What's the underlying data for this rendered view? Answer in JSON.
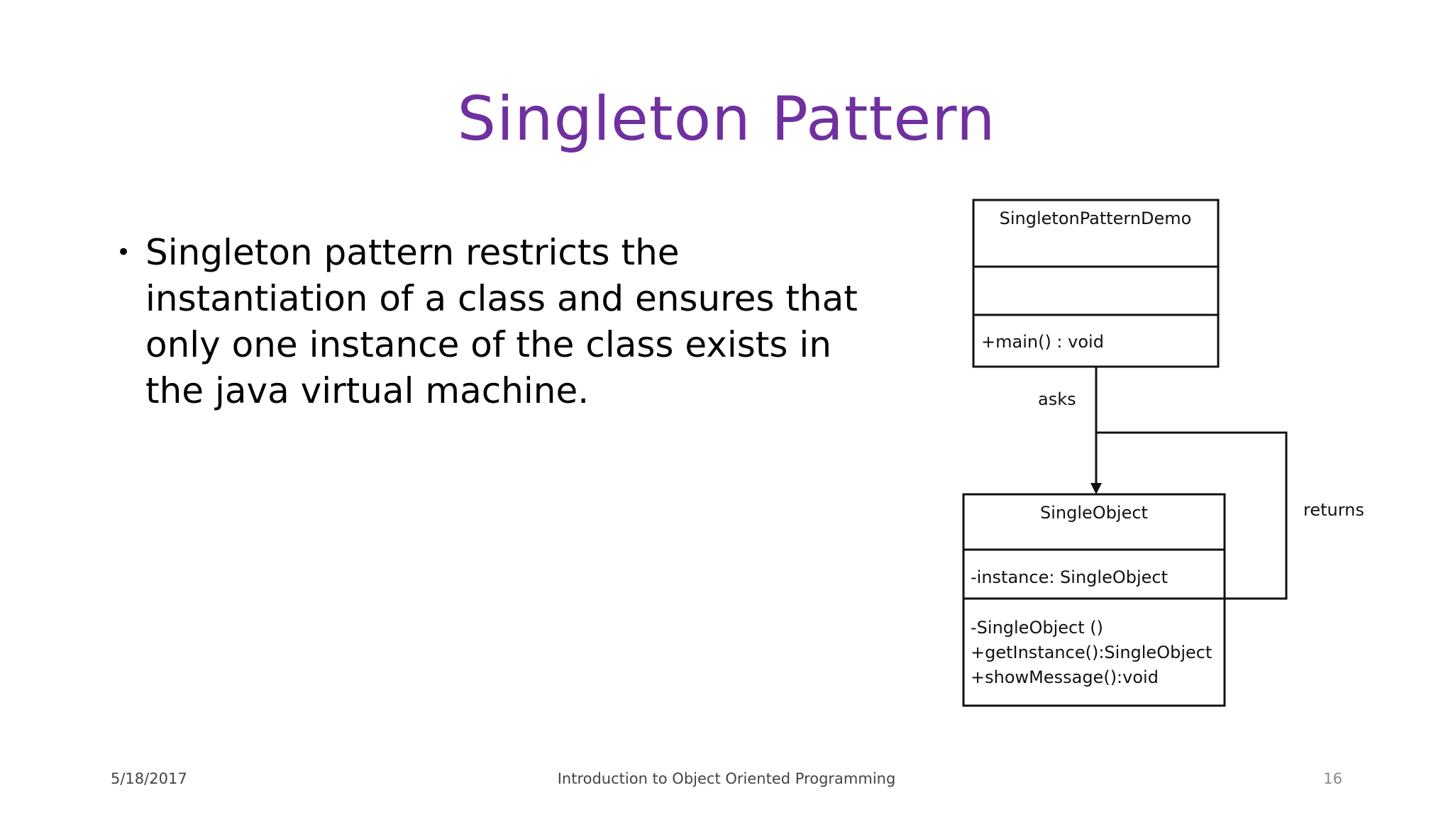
{
  "slide": {
    "title": "Singleton Pattern",
    "title_color": "#7030a0",
    "bullets": [
      "Singleton pattern restricts the instantiation of a class and ensures that only one instance of the class exists in the java virtual machine."
    ]
  },
  "diagram": {
    "demo_class": {
      "name": "SingletonPatternDemo",
      "attributes": "",
      "methods": [
        "+main() : void"
      ]
    },
    "single_class": {
      "name": "SingleObject",
      "attributes": [
        "-instance: SingleObject"
      ],
      "methods": [
        "-SingleObject ()",
        "+getInstance():SingleObject",
        "+showMessage():void"
      ]
    },
    "asks_label": "asks",
    "returns_label": "returns"
  },
  "footer": {
    "date": "5/18/2017",
    "center": "Introduction to Object Oriented Programming",
    "page": "16"
  }
}
